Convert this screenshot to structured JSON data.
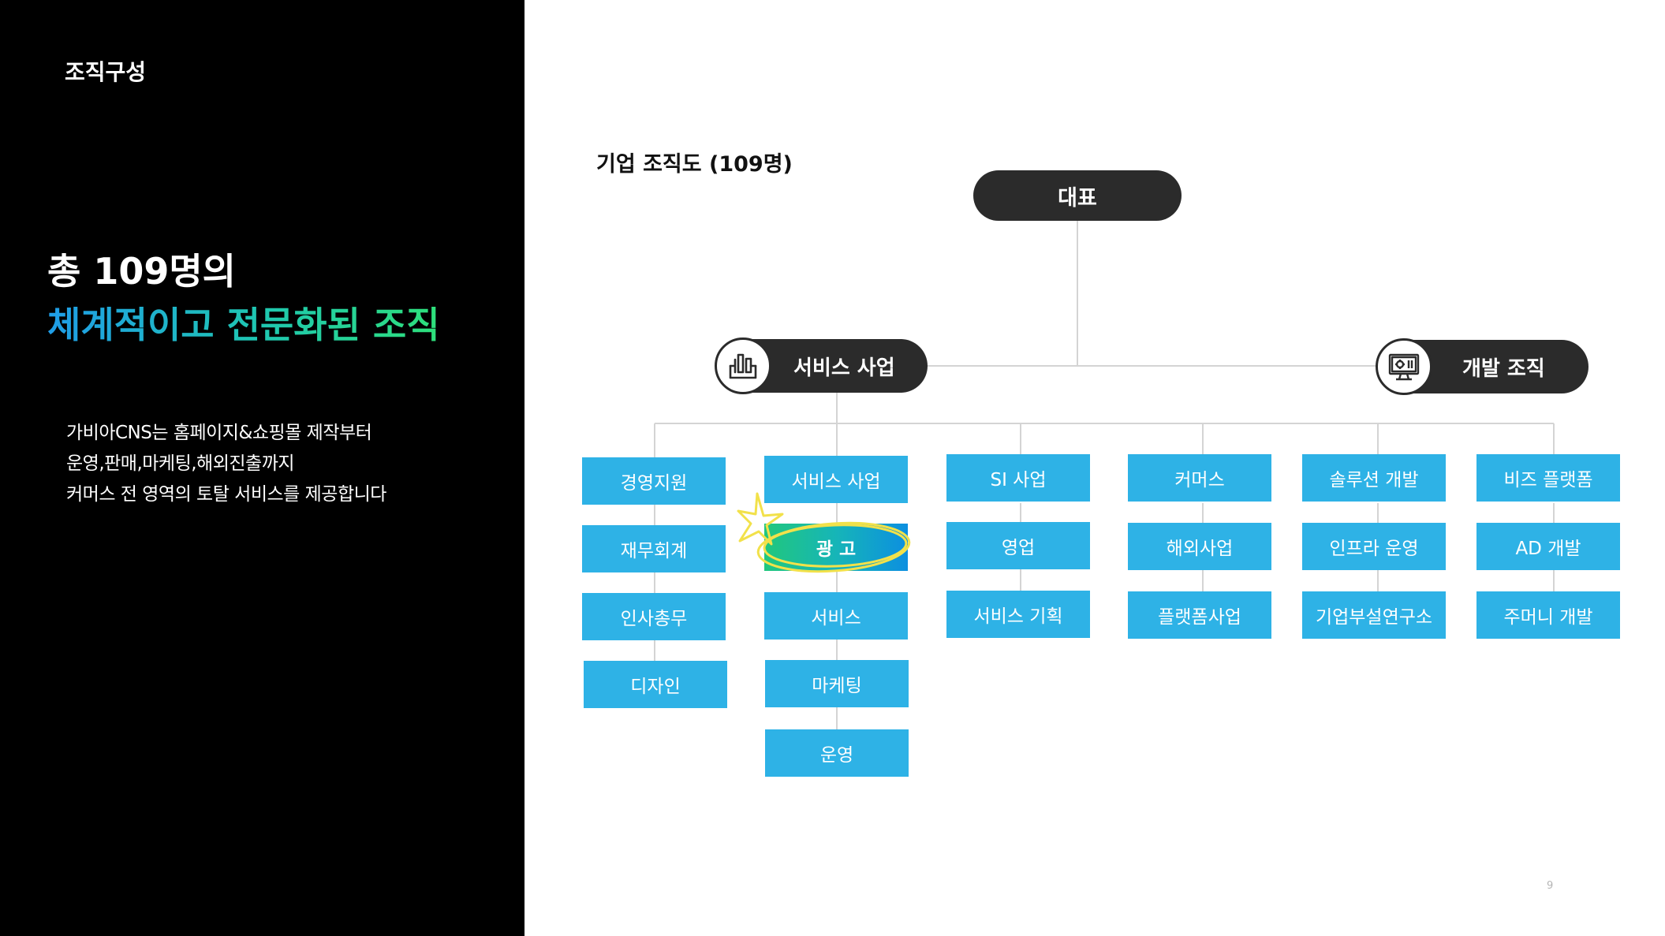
{
  "left": {
    "section_label": "조직구성",
    "headline_1": "총 109명의",
    "headline_2": "체계적이고 전문화된 조직",
    "description": [
      "가비아CNS는 홈페이지&쇼핑몰 제작부터",
      "운영,판매,마케팅,해외진출까지",
      "커머스 전 영역의 토탈 서비스를 제공합니다"
    ]
  },
  "chart": {
    "title": "기업 조직도 (109명)",
    "ceo": "대표",
    "divisions": {
      "service": {
        "label": "서비스 사업",
        "icon": "service-business-icon"
      },
      "dev": {
        "label": "개발 조직",
        "icon": "monitor-settings-icon"
      }
    },
    "columns": [
      {
        "items": [
          "경영지원",
          "재무회계",
          "인사총무",
          "디자인"
        ]
      },
      {
        "items": [
          "서비스 사업",
          "광 고",
          "서비스",
          "마케팅",
          "운영"
        ]
      },
      {
        "items": [
          "SI 사업",
          "영업",
          "서비스 기획"
        ]
      },
      {
        "items": [
          "커머스",
          "해외사업",
          "플랫폼사업"
        ]
      },
      {
        "items": [
          "솔루션 개발",
          "인프라 운영",
          "기업부설연구소"
        ]
      },
      {
        "items": [
          "비즈 플랫폼",
          "AD 개발",
          "주머니 개발"
        ]
      }
    ],
    "highlighted": "광 고",
    "colors": {
      "box": "#2eb2e6",
      "pill": "#2b2b2b",
      "highlight_start": "#21c77d",
      "highlight_end": "#0c8fe0",
      "scribble": "#f2e14a"
    }
  },
  "page_number": "9"
}
